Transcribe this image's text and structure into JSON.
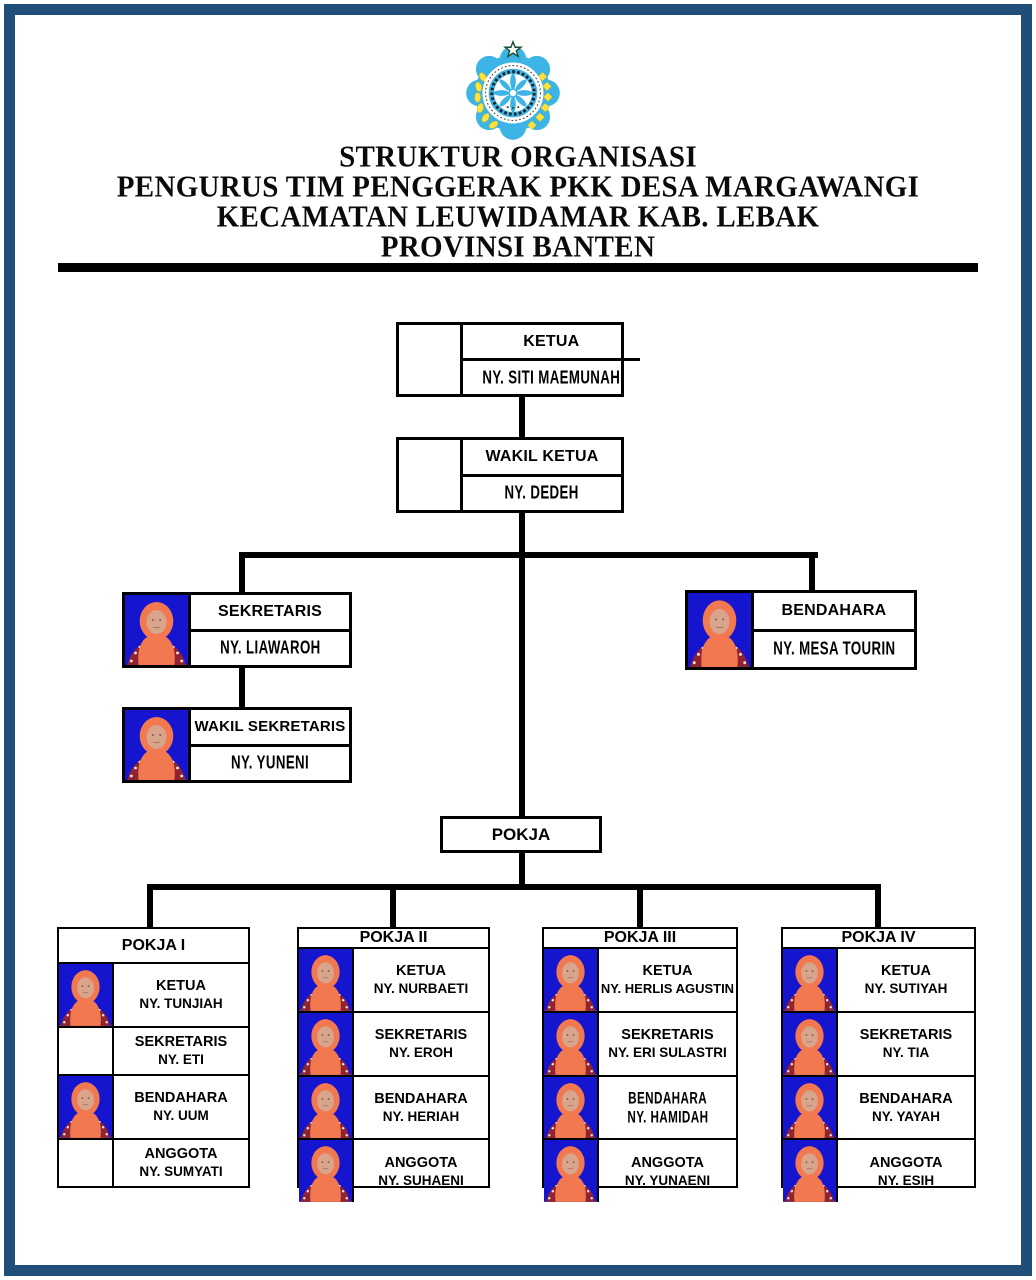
{
  "header": {
    "logo": "pkk-emblem",
    "title_lines": [
      "STRUKTUR ORGANISASI",
      "PENGURUS TIM PENGGERAK PKK DESA MARGAWANGI",
      "KECAMATAN LEUWIDAMAR KAB. LEBAK",
      "PROVINSI BANTEN"
    ]
  },
  "org": {
    "ketua": {
      "role": "KETUA",
      "name": "NY. SITI MAEMUNAH",
      "photo": false
    },
    "wakil_ketua": {
      "role": "WAKIL KETUA",
      "name": "NY. DEDEH",
      "photo": false
    },
    "sekretaris": {
      "role": "SEKRETARIS",
      "name": "NY. LIAWAROH",
      "photo": true
    },
    "wakil_sekretaris": {
      "role": "WAKIL SEKRETARIS",
      "name": "NY. YUNENI",
      "photo": true
    },
    "bendahara": {
      "role": "BENDAHARA",
      "name": "NY. MESA TOURIN",
      "photo": true
    },
    "pokja_label": "POKJA"
  },
  "pokja_columns": [
    {
      "title": "POKJA I",
      "rows": [
        {
          "role": "KETUA",
          "name": "NY. TUNJIAH",
          "photo": true
        },
        {
          "role": "SEKRETARIS",
          "name": "NY. ETI",
          "photo": false
        },
        {
          "role": "BENDAHARA",
          "name": "NY. UUM",
          "photo": true
        },
        {
          "role": "ANGGOTA",
          "name": "NY. SUMYATI",
          "photo": false
        }
      ]
    },
    {
      "title": "POKJA II",
      "rows": [
        {
          "role": "KETUA",
          "name": "NY. NURBAETI",
          "photo": true
        },
        {
          "role": "SEKRETARIS",
          "name": "NY. EROH",
          "photo": true
        },
        {
          "role": "BENDAHARA",
          "name": "NY. HERIAH",
          "photo": true
        },
        {
          "role": "ANGGOTA",
          "name": "NY. SUHAENI",
          "photo": true
        }
      ]
    },
    {
      "title": "POKJA III",
      "rows": [
        {
          "role": "KETUA",
          "name": "NY. HERLIS AGUSTIN",
          "photo": true
        },
        {
          "role": "SEKRETARIS",
          "name": "NY. ERI SULASTRI",
          "photo": true
        },
        {
          "role": "BENDAHARA",
          "name": "NY. HAMIDAH",
          "photo": true,
          "condensed": true
        },
        {
          "role": "ANGGOTA",
          "name": "NY. YUNAENI",
          "photo": true
        }
      ]
    },
    {
      "title": "POKJA IV",
      "rows": [
        {
          "role": "KETUA",
          "name": "NY. SUTIYAH",
          "photo": true
        },
        {
          "role": "SEKRETARIS",
          "name": "NY. TIA",
          "photo": true
        },
        {
          "role": "BENDAHARA",
          "name": "NY. YAYAH",
          "photo": true
        },
        {
          "role": "ANGGOTA",
          "name": "NY. ESIH",
          "photo": true
        }
      ]
    }
  ],
  "colors": {
    "frame": "#1f4e79",
    "line": "#000000",
    "photo_background": "#1515d0",
    "hijab": "#f2794f",
    "logo_blue": "#3cb4e5",
    "logo_yellow": "#ffe23e"
  }
}
